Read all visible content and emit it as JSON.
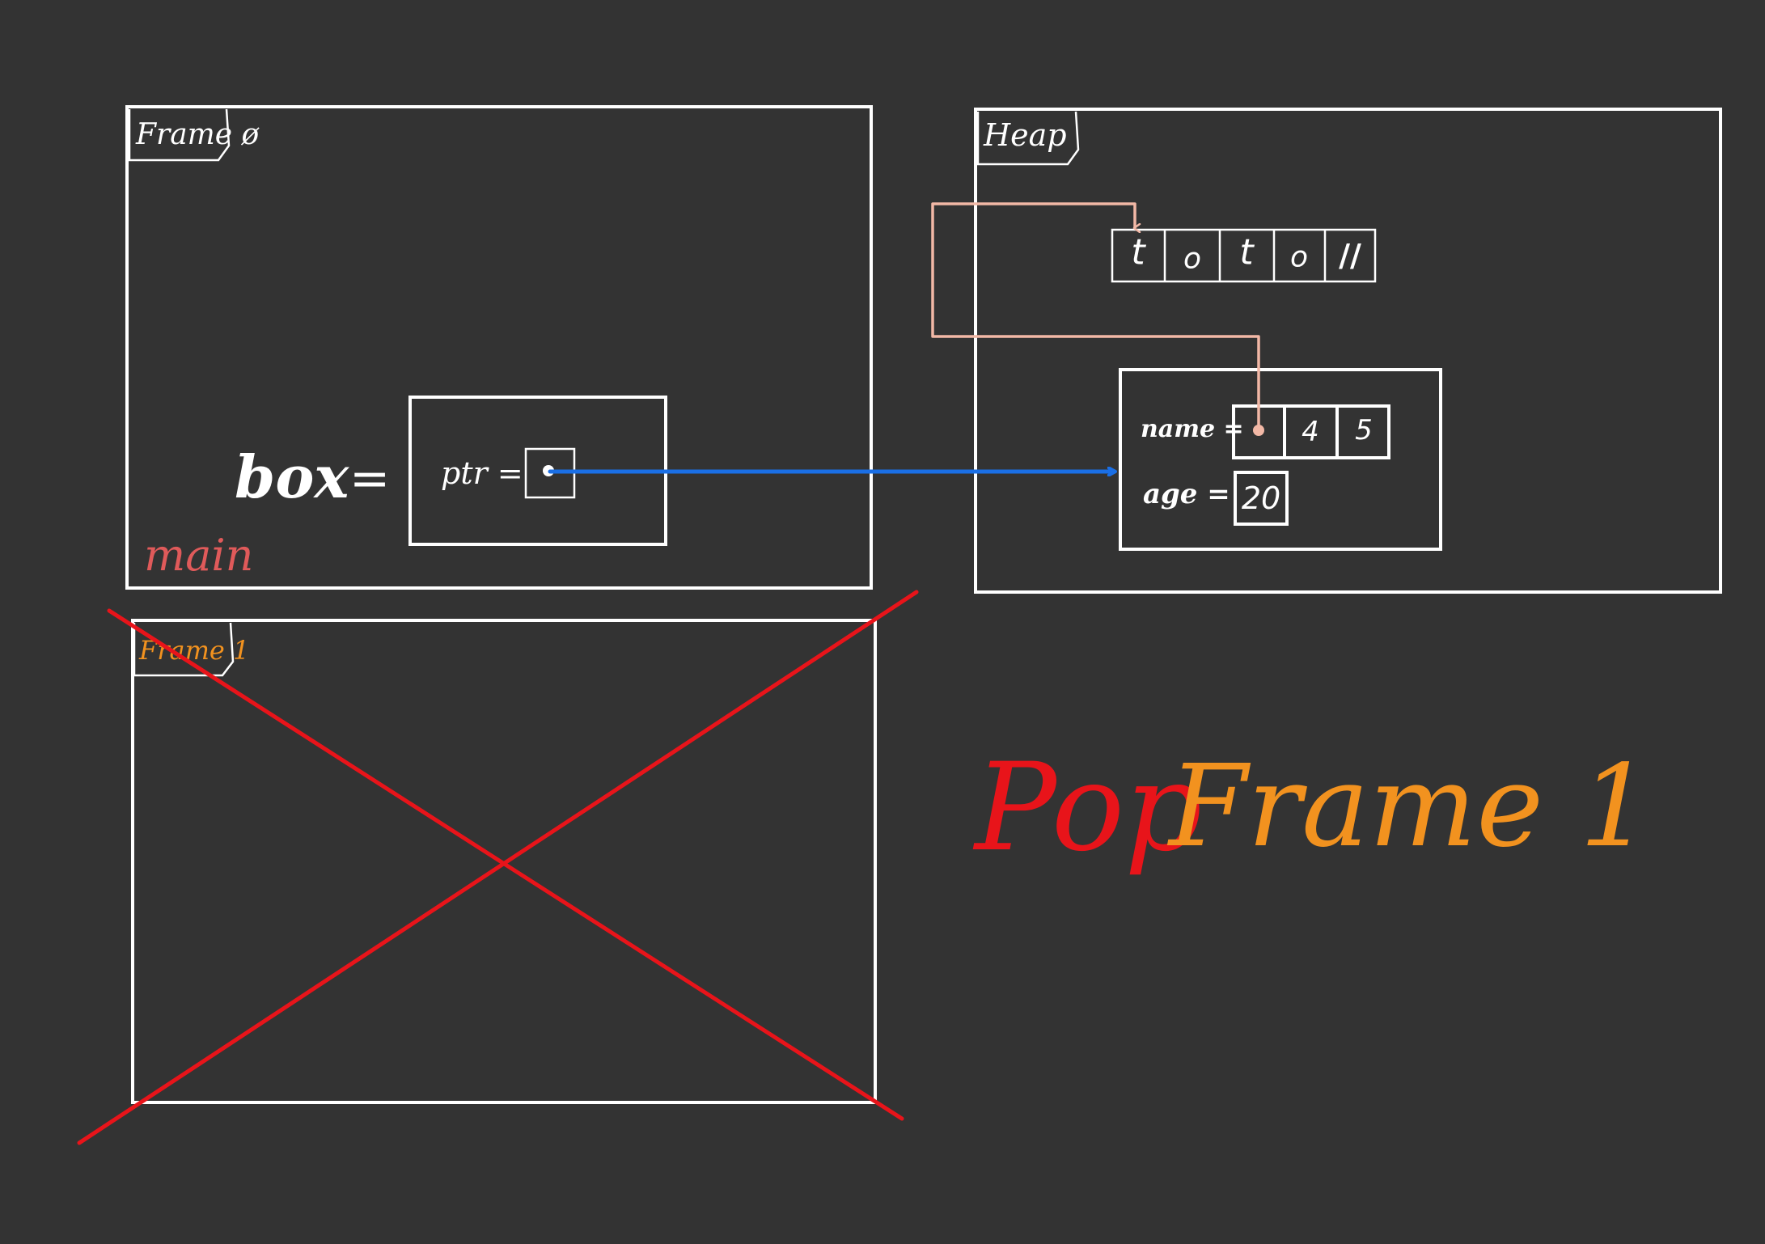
{
  "frames": {
    "frame0": {
      "tab": "Frame ø",
      "function_label": "main"
    },
    "frame1": {
      "tab": "Frame 1"
    },
    "heap": {
      "tab": "Heap"
    }
  },
  "stack_var": {
    "name": "box",
    "equals": "=",
    "field": "ptr ="
  },
  "heap_string": {
    "chars": [
      "t",
      "o",
      "t",
      "o",
      "//"
    ]
  },
  "heap_struct": {
    "name_label": "name =",
    "name_cells": [
      "",
      "4",
      "5"
    ],
    "age_label": "age =",
    "age_value": "20"
  },
  "caption": {
    "word1": "Pop",
    "word2": "Frame 1"
  },
  "colors": {
    "background": "#333333",
    "stroke": "#ffffff",
    "pointer_arrow": "#1a6fe6",
    "string_arrow": "#f2b8a6",
    "main_label": "#e05a5a",
    "cross": "#e8141a",
    "pop_word": "#e8141a",
    "frame1_word": "#f2921f"
  }
}
